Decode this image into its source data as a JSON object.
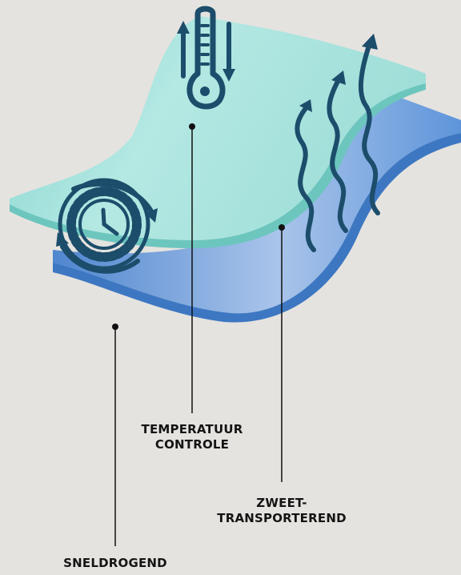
{
  "features": {
    "temperature": {
      "line1": "TEMPERATUUR",
      "line2": "CONTROLE",
      "icon": "thermometer-icon"
    },
    "sweat": {
      "line1": "ZWEET-",
      "line2": "TRANSPORTEREND",
      "icon": "wavy-arrows-up-icon"
    },
    "drying": {
      "line1": "SNELDROGEND",
      "icon": "clock-cycle-icon"
    }
  },
  "colors": {
    "background": "#e5e3df",
    "top_layer": "#9fded8",
    "bottom_layer": "#5d93d8",
    "icon": "#1c4d6b",
    "leader_line": "#111111"
  }
}
